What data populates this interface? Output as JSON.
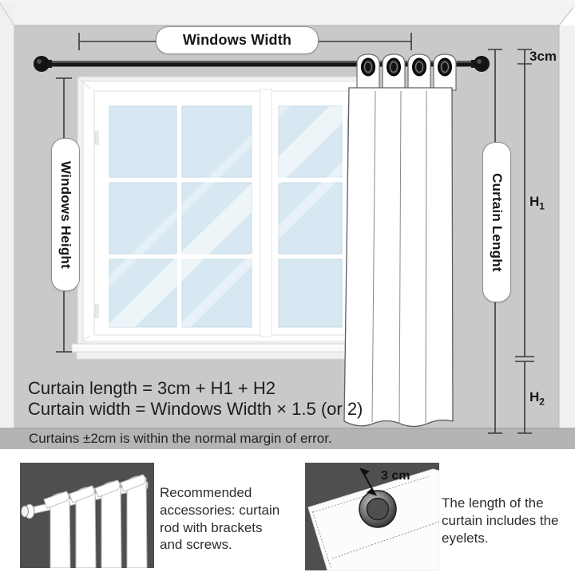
{
  "diagram": {
    "windows_width_label": "Windows Width",
    "windows_height_label": "Windows Height",
    "curtain_length_label": "Curtain Lenght",
    "rod_offset_label": "3cm",
    "h1_letter": "H",
    "h1_sub": "1",
    "h2_letter": "H",
    "h2_sub": "2",
    "formula_length": "Curtain length = 3cm + H1 + H2",
    "formula_width": "Curtain width = Windows Width × 1.5 (or 2)",
    "margin_note": "Curtains ±2cm is within the normal margin of error."
  },
  "accessories_panel": {
    "text": "Recommended accessories: curtain rod with brackets and screws."
  },
  "eyelet_panel": {
    "eyelet_size_label": "3 cm",
    "text": "The length of the curtain includes the eyelets."
  },
  "colors": {
    "wall": "#c9c9c9",
    "floor": "#b4b4b4",
    "ceiling": "#f3f3f3",
    "glass": "#d7e8f2",
    "panel_background": "#4f4f4f",
    "line": "#333333"
  }
}
